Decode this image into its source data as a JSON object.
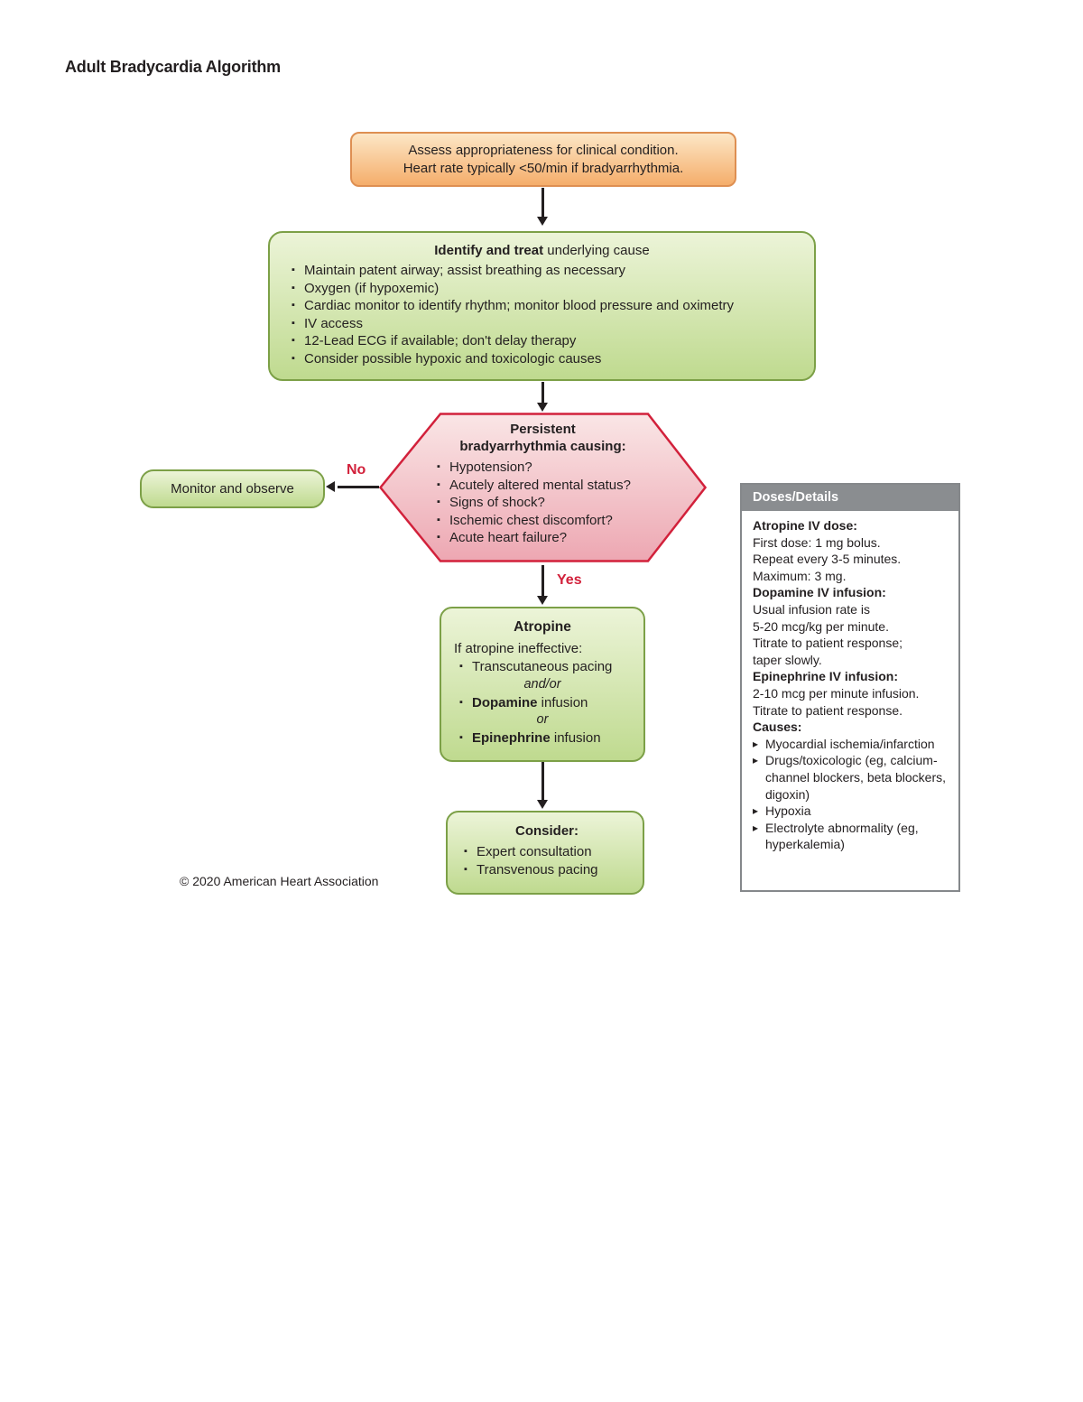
{
  "title": "Adult Bradycardia Algorithm",
  "copyright": "© 2020 American Heart Association",
  "labels": {
    "no": "No",
    "yes": "Yes"
  },
  "colors": {
    "accent_red": "#D2213B",
    "orange_fill_top": "#FCE7C6",
    "orange_fill_bottom": "#F5AE6B",
    "orange_border": "#DE8F52",
    "green_fill_top": "#ECF4D8",
    "green_fill_bottom": "#BFDA8F",
    "green_border": "#7CA047",
    "pink_fill_top": "#FAE6E6",
    "pink_fill_bottom": "#EDA7B2",
    "pink_border": "#D2213B",
    "panel_header_gray": "#8A8D90",
    "panel_border_gray": "#85888B",
    "text_black": "#231F20"
  },
  "assess_box": {
    "line1": "Assess appropriateness for clinical condition.",
    "line2": "Heart rate typically <50/min if bradyarrhythmia."
  },
  "identify_box": {
    "title_bold": "Identify and treat ",
    "title_rest": "underlying cause",
    "bullets": [
      "Maintain patent airway; assist breathing as necessary",
      "Oxygen (if hypoxemic)",
      "Cardiac monitor to identify rhythm; monitor blood pressure and oximetry",
      "IV access",
      "12-Lead ECG if available; don't delay therapy",
      "Consider possible hypoxic and toxicologic causes"
    ]
  },
  "persistent_hex": {
    "title_line1": "Persistent",
    "title_line2": "bradyarrhythmia causing:",
    "bullets": [
      "Hypotension?",
      "Acutely altered mental status?",
      "Signs of shock?",
      "Ischemic chest discomfort?",
      "Acute heart failure?"
    ]
  },
  "monitor_box": {
    "label": "Monitor and observe"
  },
  "atropine_box": {
    "title": "Atropine",
    "subtitle": "If atropine ineffective:",
    "bullet1": "Transcutaneous pacing",
    "connector1": "and/or",
    "bullet2_bold": "Dopamine",
    "bullet2_rest": " infusion",
    "connector2": "or",
    "bullet3_bold": "Epinephrine",
    "bullet3_rest": " infusion"
  },
  "consider_box": {
    "title": "Consider:",
    "bullets": [
      "Expert consultation",
      "Transvenous pacing"
    ]
  },
  "doses_panel": {
    "header": "Doses/Details",
    "sections": [
      {
        "heading": "Atropine IV dose:",
        "lines": [
          "First dose: 1 mg bolus.",
          "Repeat every 3-5 minutes.",
          "Maximum: 3 mg."
        ]
      },
      {
        "heading": "Dopamine IV infusion:",
        "lines": [
          "Usual infusion rate is",
          "5-20 mcg/kg per minute.",
          "Titrate to patient response;",
          "taper slowly."
        ]
      },
      {
        "heading": "Epinephrine IV infusion:",
        "lines": [
          "2-10 mcg per minute infusion.",
          "Titrate to patient response."
        ]
      },
      {
        "heading": "Causes:",
        "bullets": [
          "Myocardial ischemia/infarction",
          "Drugs/toxicologic (eg, calcium-channel blockers, beta blockers, digoxin)",
          "Hypoxia",
          "Electrolyte abnormality (eg, hyperkalemia)"
        ]
      }
    ]
  }
}
